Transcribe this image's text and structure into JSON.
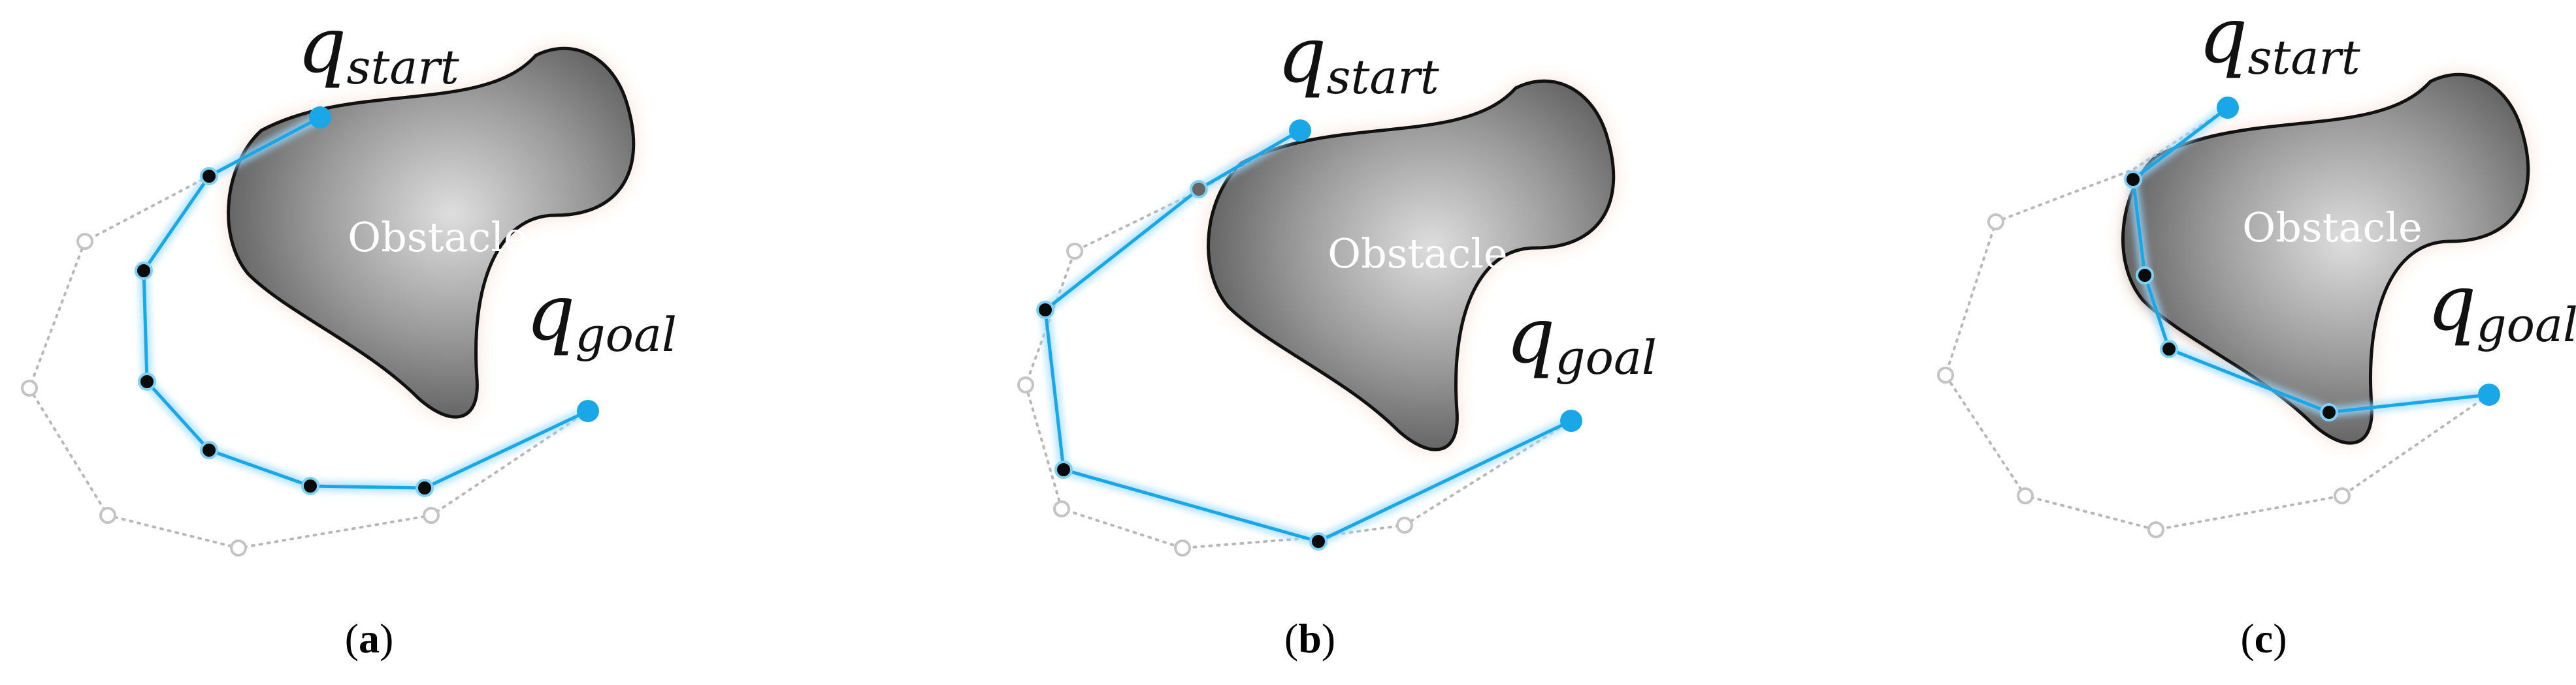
{
  "panels": [
    {
      "id": "a",
      "caption": {
        "open": "(",
        "letter": "a",
        "close": ")"
      },
      "obstacle_label": "Obstacle",
      "start_symbol": "q",
      "start_subscript": "start",
      "goal_symbol": "q",
      "goal_subscript": "goal"
    },
    {
      "id": "b",
      "caption": {
        "open": "(",
        "letter": "b",
        "close": ")"
      },
      "obstacle_label": "Obstacle",
      "start_symbol": "q",
      "start_subscript": "start",
      "goal_symbol": "q",
      "goal_subscript": "goal"
    },
    {
      "id": "c",
      "caption": {
        "open": "(",
        "letter": "c",
        "close": ")"
      },
      "obstacle_label": "Obstacle",
      "start_symbol": "q",
      "start_subscript": "start",
      "goal_symbol": "q",
      "goal_subscript": "goal"
    }
  ],
  "colors": {
    "path": "#1aa7e8",
    "path_glow": "#9fdcff",
    "node_fill": "#0b0b0b",
    "endpoint": "#1aa7e8",
    "prior_path": "#b8b8b8",
    "obstacle_dark": "#5e5e5e",
    "obstacle_light": "#d8d8d8",
    "obstacle_halo": "#f6d8c8"
  }
}
